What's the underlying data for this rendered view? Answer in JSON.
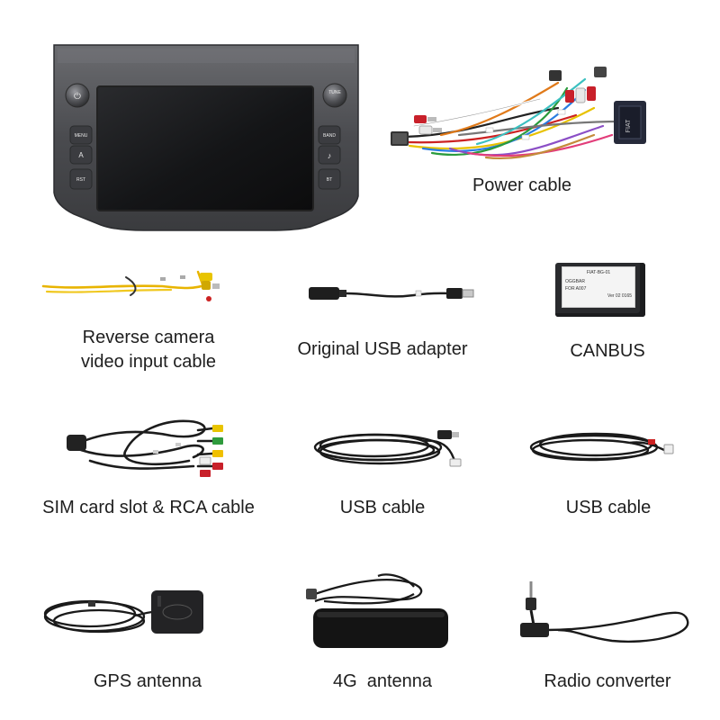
{
  "head_unit": {
    "buttons": {
      "power": "⏻",
      "tune": "TUNE",
      "menu": "MENU",
      "nav": "A",
      "rst": "RST",
      "band": "BAND",
      "music": "♪",
      "bt": "BT"
    }
  },
  "canbus_box": {
    "line1": "FIAT-BG-01",
    "line2": "OGGBAR",
    "line3": "FOR A007",
    "line4": "Ver 02 0165"
  },
  "items": {
    "power_cable": "Power cable",
    "reverse_camera_line1": "Reverse camera",
    "reverse_camera_line2": "video input cable",
    "usb_adapter": "Original USB adapter",
    "canbus": "CANBUS",
    "sim_rca": "SIM card slot & RCA cable",
    "usb_cable_1": "USB cable",
    "usb_cable_2": "USB cable",
    "gps_antenna": "GPS antenna",
    "antenna_4g": "4G  antenna",
    "radio_converter": "Radio converter"
  },
  "colors": {
    "background": "#ffffff",
    "unit_body": "#4a4b4f",
    "screen": "#151618",
    "cable": "#1c1c1c",
    "text": "#1e1e1e"
  }
}
